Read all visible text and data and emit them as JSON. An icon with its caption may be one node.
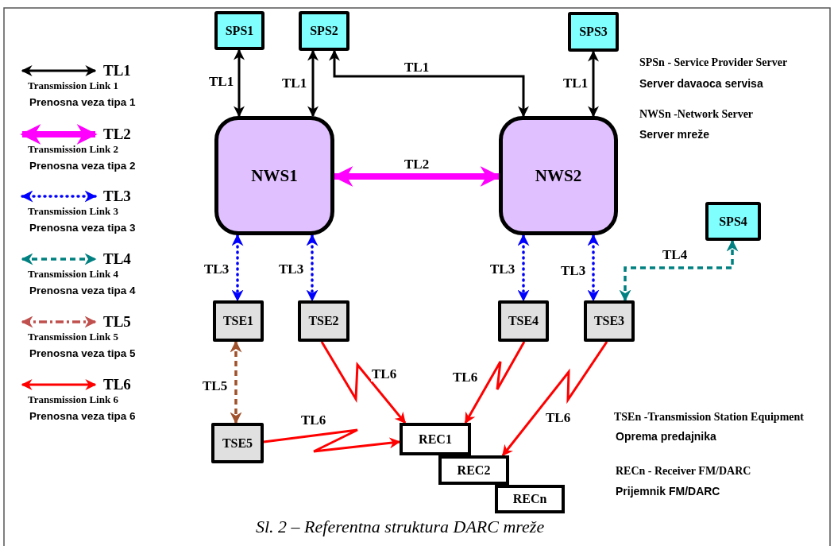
{
  "diagram": {
    "caption": "Sl. 2 – Referentna struktura DARC mreže",
    "nodes": [
      {
        "text": [
          "SPS1"
        ]
      },
      {
        "text": [
          "SPS2"
        ]
      },
      {
        "text": [
          "SPS3"
        ]
      },
      {
        "text": [
          "NWS1"
        ]
      },
      {
        "text": [
          "NWS2"
        ]
      },
      {
        "text": [
          "SPS4"
        ]
      },
      {
        "text": [
          "TSE1"
        ]
      },
      {
        "text": [
          "TSE2"
        ]
      },
      {
        "text": [
          "TSE4"
        ]
      },
      {
        "text": [
          "TSE3"
        ]
      },
      {
        "text": [
          "TSE5"
        ]
      },
      {
        "text": [
          "REC1"
        ]
      },
      {
        "text": [
          "REC2"
        ]
      },
      {
        "text": [
          "RECn"
        ]
      }
    ],
    "edges": [
      {
        "from": 0,
        "to": 3,
        "arrow": "both",
        "label": "TL1"
      },
      {
        "from": 1,
        "to": 3,
        "arrow": "both",
        "label": "TL1"
      },
      {
        "from": 1,
        "to": 4,
        "arrow": "both",
        "label": "TL1"
      },
      {
        "from": 2,
        "to": 4,
        "arrow": "both",
        "label": "TL1"
      },
      {
        "from": 3,
        "to": 4,
        "arrow": "both",
        "label": "TL2",
        "style": "thick",
        "color": "#ff00ff"
      },
      {
        "from": 3,
        "to": 6,
        "arrow": "both",
        "label": "TL3",
        "style": "dashed",
        "color": "#0000ff"
      },
      {
        "from": 3,
        "to": 7,
        "arrow": "both",
        "label": "TL3",
        "style": "dashed",
        "color": "#0000ff"
      },
      {
        "from": 4,
        "to": 8,
        "arrow": "both",
        "label": "TL3",
        "style": "dashed",
        "color": "#0000ff"
      },
      {
        "from": 4,
        "to": 9,
        "arrow": "both",
        "label": "TL3",
        "style": "dashed",
        "color": "#0000ff"
      },
      {
        "from": 9,
        "to": 5,
        "arrow": "both",
        "label": "TL4",
        "style": "dashed",
        "color": "#008080"
      },
      {
        "from": 6,
        "to": 10,
        "arrow": "both",
        "label": "TL5",
        "style": "dashed",
        "color": "#a0522d"
      },
      {
        "from": 7,
        "to": 11,
        "arrow": "to",
        "label": "TL6",
        "color": "#ff0000"
      },
      {
        "from": 8,
        "to": 11,
        "arrow": "to",
        "label": "TL6",
        "color": "#ff0000"
      },
      {
        "from": 9,
        "to": 12,
        "arrow": "to",
        "label": "TL6",
        "color": "#ff0000"
      },
      {
        "from": 10,
        "to": 11,
        "arrow": "to",
        "label": "TL6",
        "color": "#ff0000"
      }
    ],
    "labels": [
      "Transmission Link 1",
      "Prenosna veza tipa 1",
      "Transmission Link 2",
      "Prenosna veza tipa 2",
      "Transmission Link 3",
      "Prenosna veza tipa 3",
      "Transmission Link 4",
      "Prenosna veza tipa 4",
      "Transmission Link 5",
      "Prenosna veza tipa 5",
      "Transmission Link 6",
      "Prenosna veza tipa 6",
      "SPSn - Service Provider Server",
      "Server davaoca servisa",
      "NWSn -Network Server",
      "Server mreže",
      "TSEn -Transmission Station Equipment",
      "Oprema predajnika",
      "RECn - Receiver FM/DARC",
      "Prijemnik FM/DARC"
    ],
    "legend": [
      {
        "text": "TL1"
      },
      {
        "text": "TL2"
      },
      {
        "text": "TL3"
      },
      {
        "text": "TL4"
      },
      {
        "text": "TL5"
      },
      {
        "text": "TL6"
      }
    ]
  }
}
